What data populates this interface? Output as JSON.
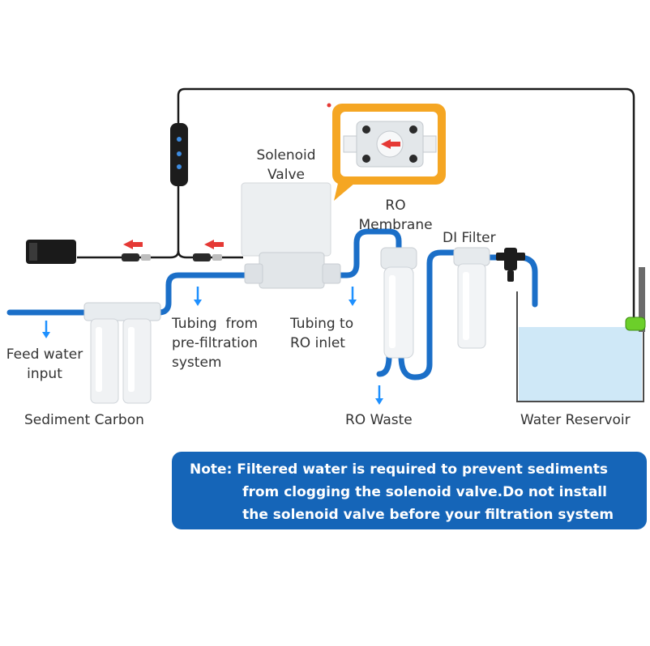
{
  "labels": {
    "solenoid_valve": "Solenoid\nValve",
    "ro_membrane": "RO\nMembrane",
    "di_filter": "DI Filter",
    "feed_water_input": "Feed water\ninput",
    "tubing_from_prefiltration": "Tubing  from\npre-filtration\nsystem",
    "tubing_to_ro_inlet": "Tubing to\nRO inlet",
    "sediment_carbon": "Sediment Carbon",
    "ro_waste": "RO Waste",
    "water_reservoir": "Water Reservoir"
  },
  "note": "Note: Filtered water is required to prevent sediments\n           from clogging the solenoid valve.Do not install\n           the solenoid valve before your filtration system",
  "colors": {
    "tubing": "#1b6fc8",
    "arrow": "#1e90ff",
    "note_bg": "#1565b8",
    "callout": "#f5a623",
    "flow_arrow": "#e53935",
    "water": "#cfe8f7",
    "float_switch": "#6ccf2a"
  },
  "icons": [
    "power-adapter-icon",
    "controller-icon",
    "solenoid-valve-icon",
    "ro-membrane-icon",
    "di-filter-icon",
    "sediment-carbon-filter-icon",
    "float-switch-icon",
    "flow-arrow-icon"
  ]
}
